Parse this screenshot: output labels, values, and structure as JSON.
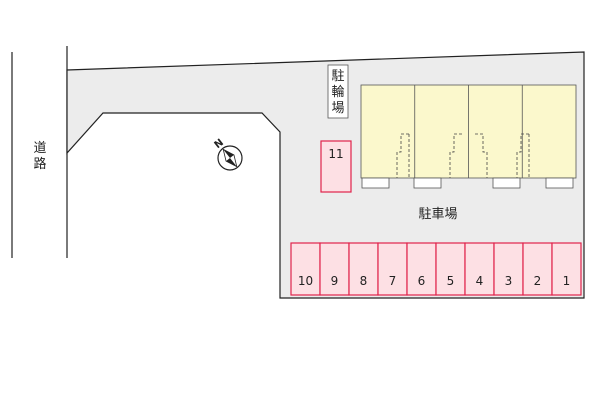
{
  "road_label": [
    "道",
    "路"
  ],
  "bicycle_parking_label": [
    "駐",
    "輪",
    "場"
  ],
  "parking_label": "駐車場",
  "compass": {
    "north_letter": "N",
    "icon": "north-arrow-icon"
  },
  "separate_stall": {
    "number": "11"
  },
  "stalls": [
    "10",
    "9",
    "8",
    "7",
    "6",
    "5",
    "4",
    "3",
    "2",
    "1"
  ],
  "colors": {
    "lot": "#ececec",
    "building": "#fbf8cc",
    "stall_fill": "#fde0e4",
    "stall_border": "#e0234b",
    "outline": "#222222"
  },
  "building_units": 4
}
